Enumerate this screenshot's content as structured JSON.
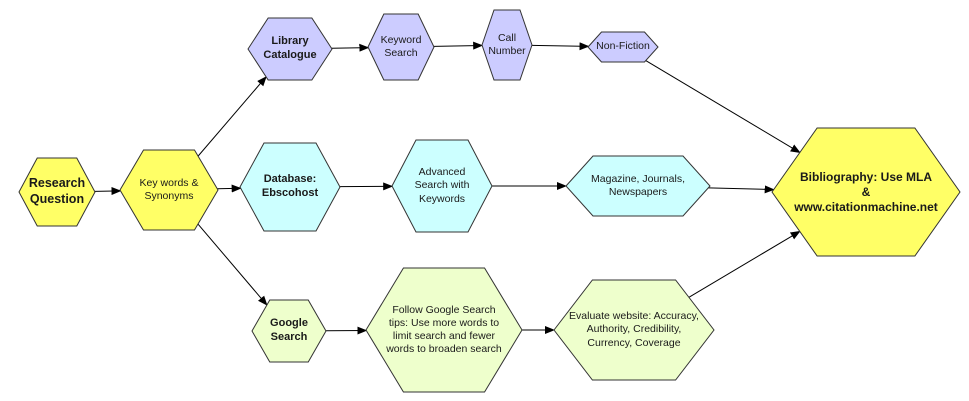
{
  "colors": {
    "yellow": "#ffff66",
    "lavender": "#ccccff",
    "cyan": "#ccffff",
    "pale_green": "#eeffcc",
    "stroke": "#333333",
    "arrow": "#000000"
  },
  "nodes": {
    "research_question": {
      "label": "Research\nQuestion",
      "color": "yellow"
    },
    "keywords": {
      "label": "Key words &\nSynonyms",
      "color": "yellow"
    },
    "library_catalogue": {
      "label": "Library\nCatalogue",
      "color": "lavender"
    },
    "keyword_search": {
      "label": "Keyword\nSearch",
      "color": "lavender"
    },
    "call_number": {
      "label": "Call\nNumber",
      "color": "lavender"
    },
    "non_fiction": {
      "label": "Non-Fiction",
      "color": "lavender"
    },
    "database": {
      "label": "Database:\nEbscohost",
      "color": "cyan"
    },
    "advanced_search": {
      "label": "Advanced\nSearch with\nKeywords",
      "color": "cyan"
    },
    "magazines": {
      "label": "Magazine, Journals,\nNewspapers",
      "color": "cyan"
    },
    "google_search": {
      "label": "Google\nSearch",
      "color": "pale_green"
    },
    "google_tips": {
      "label": "Follow Google Search\ntips:  Use more words to\nlimit search and fewer\nwords to broaden search",
      "color": "pale_green"
    },
    "evaluate": {
      "label": "Evaluate website:  Accuracy,\nAuthority, Credibility,\nCurrency, Coverage",
      "color": "pale_green"
    },
    "bibliography": {
      "label": "Bibliography:  Use MLA\n&\nwww.citationmachine.net",
      "color": "yellow"
    }
  },
  "edges": [
    [
      "research_question",
      "keywords"
    ],
    [
      "keywords",
      "library_catalogue"
    ],
    [
      "keywords",
      "database"
    ],
    [
      "keywords",
      "google_search"
    ],
    [
      "library_catalogue",
      "keyword_search"
    ],
    [
      "keyword_search",
      "call_number"
    ],
    [
      "call_number",
      "non_fiction"
    ],
    [
      "non_fiction",
      "bibliography"
    ],
    [
      "database",
      "advanced_search"
    ],
    [
      "advanced_search",
      "magazines"
    ],
    [
      "magazines",
      "bibliography"
    ],
    [
      "google_search",
      "google_tips"
    ],
    [
      "google_tips",
      "evaluate"
    ],
    [
      "evaluate",
      "bibliography"
    ]
  ]
}
